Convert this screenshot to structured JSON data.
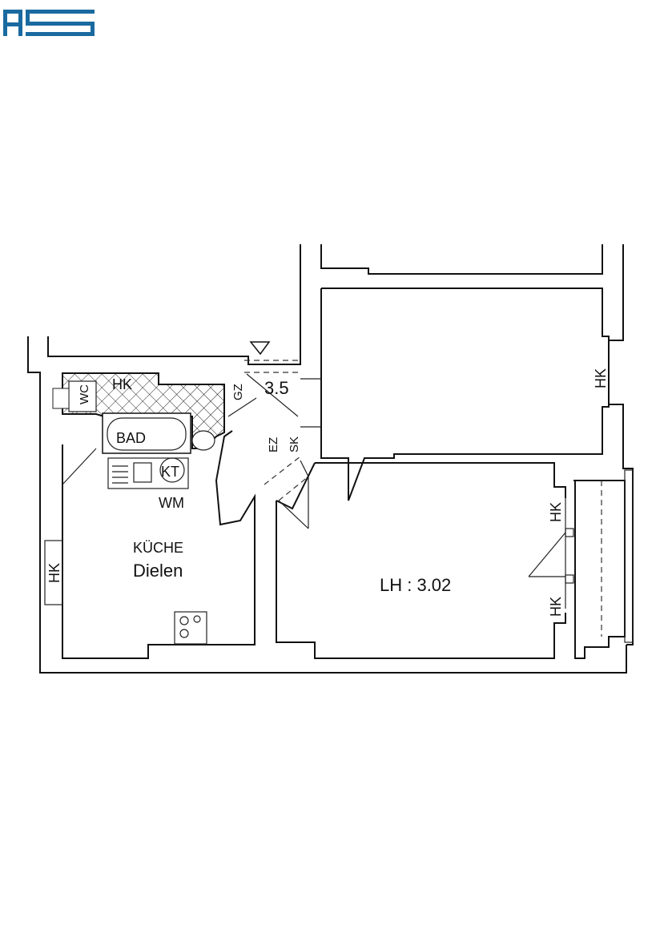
{
  "logo": {
    "name": "AS",
    "color": "#1a6aa0"
  },
  "floorplan": {
    "rooms": {
      "kitchen": {
        "name": "KÜCHE",
        "floor": "Dielen"
      },
      "bathroom": {
        "name": "BAD"
      },
      "living": {
        "ceiling_height": "LH : 3.02"
      },
      "hall": {
        "ceiling_height": "3.5"
      }
    },
    "fixtures": {
      "wc": "WC",
      "hk_bath": "HK",
      "gz": "GZ",
      "ez": "EZ",
      "sk": "SK",
      "kt": "KT",
      "wm": "WM",
      "hk_kitchen": "HK",
      "hk_bedroom": "HK",
      "hk_living_top": "HK",
      "hk_living_bottom": "HK"
    }
  }
}
